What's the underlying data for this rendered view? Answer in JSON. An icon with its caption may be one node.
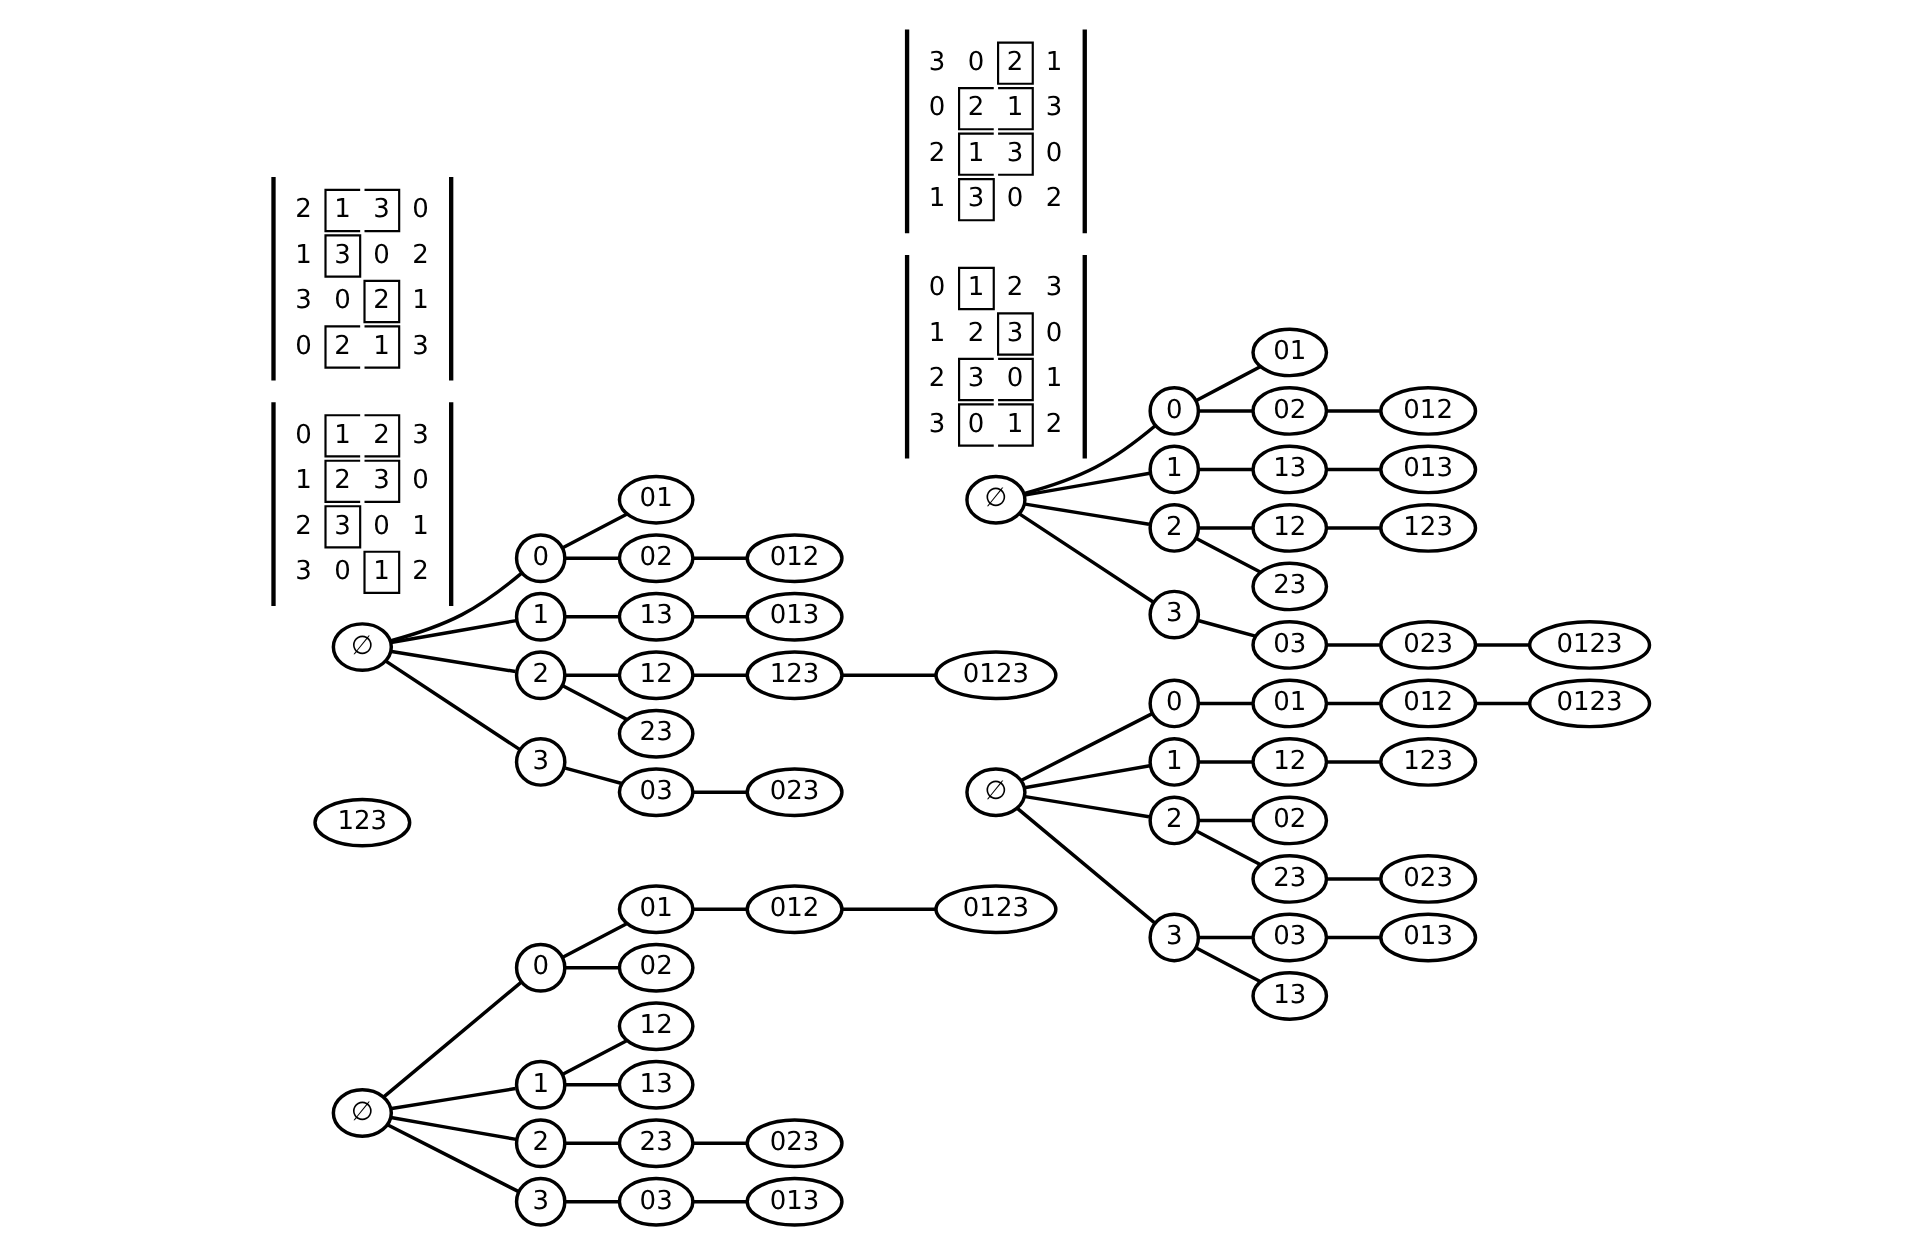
{
  "diagram": {
    "nodes": [
      {
        "text": [
          "∅"
        ]
      },
      {
        "text": [
          "0"
        ]
      },
      {
        "text": [
          "1"
        ]
      },
      {
        "text": [
          "2"
        ]
      },
      {
        "text": [
          "3"
        ]
      },
      {
        "text": [
          "01"
        ]
      },
      {
        "text": [
          "02"
        ]
      },
      {
        "text": [
          "03"
        ]
      },
      {
        "text": [
          "12"
        ]
      },
      {
        "text": [
          "13"
        ]
      },
      {
        "text": [
          "23"
        ]
      },
      {
        "text": [
          "012"
        ]
      },
      {
        "text": [
          "013"
        ]
      },
      {
        "text": [
          "023"
        ]
      },
      {
        "text": [
          "123"
        ]
      },
      {
        "text": [
          "0123"
        ]
      },
      {
        "text": [
          "∅"
        ]
      },
      {
        "text": [
          "0"
        ]
      },
      {
        "text": [
          "1"
        ]
      },
      {
        "text": [
          "2"
        ]
      },
      {
        "text": [
          "3"
        ]
      },
      {
        "text": [
          "01"
        ]
      },
      {
        "text": [
          "02"
        ]
      },
      {
        "text": [
          "03"
        ]
      },
      {
        "text": [
          "12"
        ]
      },
      {
        "text": [
          "13"
        ]
      },
      {
        "text": [
          "23"
        ]
      },
      {
        "text": [
          "012"
        ]
      },
      {
        "text": [
          "013"
        ]
      },
      {
        "text": [
          "023"
        ]
      },
      {
        "text": [
          "123"
        ]
      },
      {
        "text": [
          "0123"
        ]
      },
      {
        "text": [
          "∅"
        ]
      },
      {
        "text": [
          "0"
        ]
      },
      {
        "text": [
          "1"
        ]
      },
      {
        "text": [
          "2"
        ]
      },
      {
        "text": [
          "3"
        ]
      },
      {
        "text": [
          "01"
        ]
      },
      {
        "text": [
          "02"
        ]
      },
      {
        "text": [
          "03"
        ]
      },
      {
        "text": [
          "12"
        ]
      },
      {
        "text": [
          "13"
        ]
      },
      {
        "text": [
          "23"
        ]
      },
      {
        "text": [
          "012"
        ]
      },
      {
        "text": [
          "013"
        ]
      },
      {
        "text": [
          "023"
        ]
      },
      {
        "text": [
          "123"
        ]
      },
      {
        "text": [
          "0123"
        ]
      },
      {
        "text": [
          "∅"
        ]
      },
      {
        "text": [
          "0"
        ]
      },
      {
        "text": [
          "1"
        ]
      },
      {
        "text": [
          "2"
        ]
      },
      {
        "text": [
          "3"
        ]
      },
      {
        "text": [
          "01"
        ]
      },
      {
        "text": [
          "02"
        ]
      },
      {
        "text": [
          "03"
        ]
      },
      {
        "text": [
          "12"
        ]
      },
      {
        "text": [
          "13"
        ]
      },
      {
        "text": [
          "23"
        ]
      },
      {
        "text": [
          "012"
        ]
      },
      {
        "text": [
          "013"
        ]
      },
      {
        "text": [
          "023"
        ]
      },
      {
        "text": [
          "123"
        ]
      },
      {
        "text": [
          "0123"
        ]
      }
    ],
    "edges": [
      {
        "from": 0,
        "to": 1,
        "arrow": "none"
      },
      {
        "from": 0,
        "to": 2,
        "arrow": "none"
      },
      {
        "from": 0,
        "to": 3,
        "arrow": "none"
      },
      {
        "from": 0,
        "to": 4,
        "arrow": "none"
      },
      {
        "from": 1,
        "to": 5,
        "arrow": "none"
      },
      {
        "from": 1,
        "to": 6,
        "arrow": "none"
      },
      {
        "from": 2,
        "to": 8,
        "arrow": "none"
      },
      {
        "from": 2,
        "to": 9,
        "arrow": "none"
      },
      {
        "from": 3,
        "to": 10,
        "arrow": "none"
      },
      {
        "from": 4,
        "to": 7,
        "arrow": "none"
      },
      {
        "from": 5,
        "to": 11,
        "arrow": "none"
      },
      {
        "from": 7,
        "to": 12,
        "arrow": "none"
      },
      {
        "from": 10,
        "to": 13,
        "arrow": "none"
      },
      {
        "from": 11,
        "to": 15,
        "arrow": "none"
      },
      {
        "from": 16,
        "to": 17,
        "arrow": "none"
      },
      {
        "from": 16,
        "to": 18,
        "arrow": "none"
      },
      {
        "from": 16,
        "to": 19,
        "arrow": "none"
      },
      {
        "from": 16,
        "to": 20,
        "arrow": "none"
      },
      {
        "from": 17,
        "to": 21,
        "arrow": "none"
      },
      {
        "from": 18,
        "to": 24,
        "arrow": "none"
      },
      {
        "from": 19,
        "to": 22,
        "arrow": "none"
      },
      {
        "from": 19,
        "to": 26,
        "arrow": "none"
      },
      {
        "from": 20,
        "to": 23,
        "arrow": "none"
      },
      {
        "from": 20,
        "to": 25,
        "arrow": "none"
      },
      {
        "from": 21,
        "to": 27,
        "arrow": "none"
      },
      {
        "from": 23,
        "to": 28,
        "arrow": "none"
      },
      {
        "from": 24,
        "to": 30,
        "arrow": "none"
      },
      {
        "from": 26,
        "to": 29,
        "arrow": "none"
      },
      {
        "from": 27,
        "to": 31,
        "arrow": "none"
      },
      {
        "from": 32,
        "to": 33,
        "arrow": "none"
      },
      {
        "from": 32,
        "to": 34,
        "arrow": "none"
      },
      {
        "from": 32,
        "to": 35,
        "arrow": "none"
      },
      {
        "from": 32,
        "to": 36,
        "arrow": "none"
      },
      {
        "from": 33,
        "to": 37,
        "arrow": "none"
      },
      {
        "from": 33,
        "to": 38,
        "arrow": "none"
      },
      {
        "from": 34,
        "to": 41,
        "arrow": "none"
      },
      {
        "from": 35,
        "to": 40,
        "arrow": "none"
      },
      {
        "from": 35,
        "to": 42,
        "arrow": "none"
      },
      {
        "from": 36,
        "to": 39,
        "arrow": "none"
      },
      {
        "from": 38,
        "to": 43,
        "arrow": "none"
      },
      {
        "from": 39,
        "to": 45,
        "arrow": "none"
      },
      {
        "from": 40,
        "to": 46,
        "arrow": "none"
      },
      {
        "from": 41,
        "to": 44,
        "arrow": "none"
      },
      {
        "from": 46,
        "to": 47,
        "arrow": "none"
      },
      {
        "from": 48,
        "to": 49,
        "arrow": "none"
      },
      {
        "from": 48,
        "to": 50,
        "arrow": "none"
      },
      {
        "from": 48,
        "to": 51,
        "arrow": "none"
      },
      {
        "from": 48,
        "to": 52,
        "arrow": "none"
      },
      {
        "from": 49,
        "to": 53,
        "arrow": "none"
      },
      {
        "from": 49,
        "to": 54,
        "arrow": "none"
      },
      {
        "from": 50,
        "to": 57,
        "arrow": "none"
      },
      {
        "from": 51,
        "to": 56,
        "arrow": "none"
      },
      {
        "from": 51,
        "to": 58,
        "arrow": "none"
      },
      {
        "from": 52,
        "to": 55,
        "arrow": "none"
      },
      {
        "from": 54,
        "to": 59,
        "arrow": "none"
      },
      {
        "from": 55,
        "to": 61,
        "arrow": "none"
      },
      {
        "from": 56,
        "to": 62,
        "arrow": "none"
      },
      {
        "from": 57,
        "to": 60,
        "arrow": "none"
      },
      {
        "from": 61,
        "to": 63,
        "arrow": "none"
      }
    ],
    "labels": [
      "0",
      "1",
      "2",
      "3",
      "1",
      "2",
      "3",
      "0",
      "2",
      "3",
      "0",
      "1",
      "3",
      "0",
      "1",
      "2",
      "0",
      "1",
      "2",
      "3",
      "1",
      "2",
      "3",
      "0",
      "2",
      "3",
      "0",
      "1",
      "3",
      "0",
      "1",
      "2",
      "2",
      "1",
      "3",
      "0",
      "1",
      "3",
      "0",
      "2",
      "3",
      "0",
      "2",
      "1",
      "0",
      "2",
      "1",
      "3",
      "3",
      "0",
      "2",
      "1",
      "0",
      "2",
      "1",
      "3",
      "2",
      "1",
      "3",
      "0",
      "1",
      "3",
      "0",
      "2"
    ]
  }
}
